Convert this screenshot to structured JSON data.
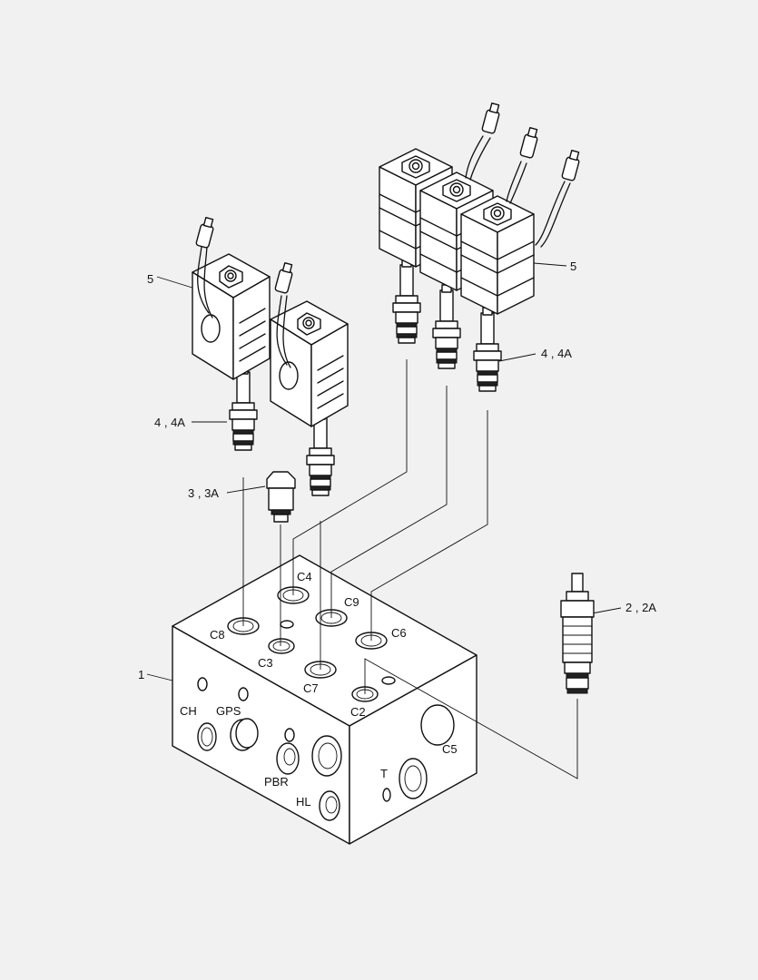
{
  "callouts": {
    "c1": "1",
    "c2": "2 , 2A",
    "c3": "3 , 3A",
    "c4_left": "4 , 4A",
    "c4_right": "4 , 4A",
    "c5_left": "5",
    "c5_right": "5"
  },
  "ports": {
    "C8": "C8",
    "C4": "C4",
    "C9": "C9",
    "C6": "C6",
    "C3": "C3",
    "C7": "C7",
    "C2": "C2",
    "C5": "C5",
    "CH": "CH",
    "GPS": "GPS",
    "PBR": "PBR",
    "HL": "HL",
    "T": "T"
  }
}
